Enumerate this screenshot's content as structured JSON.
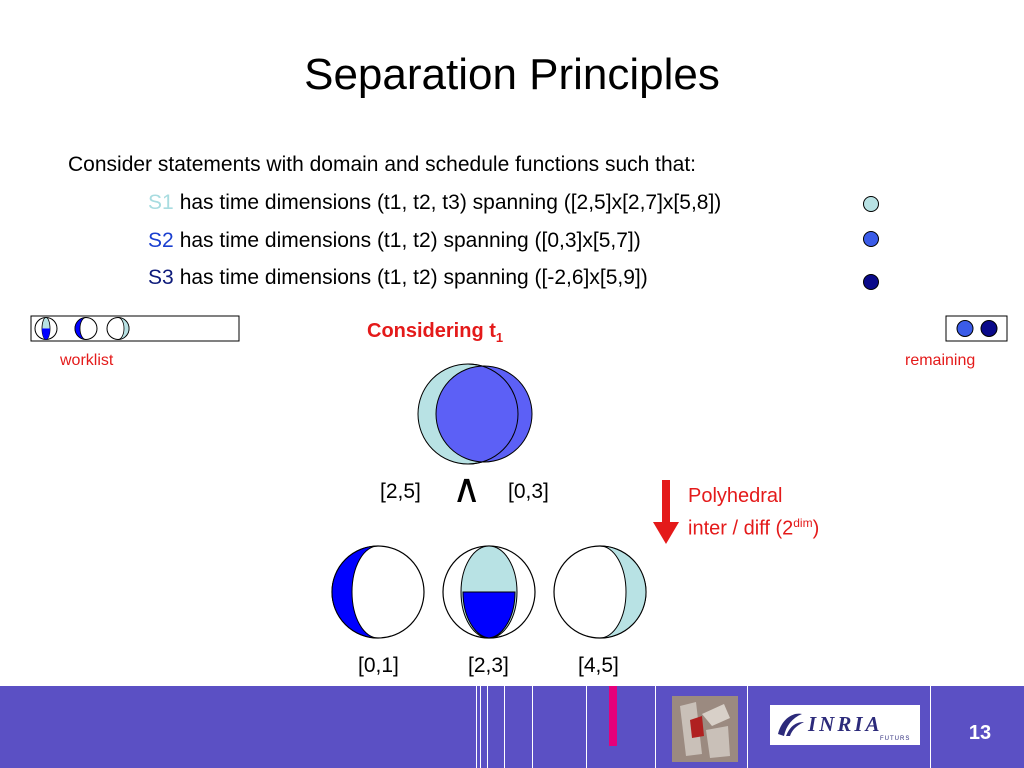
{
  "slide": {
    "title": "Separation Principles",
    "intro": "Consider statements with domain and schedule functions such that:",
    "statements": [
      {
        "label": "S1",
        "text": "has time dimensions (t1, t2, t3) spanning ([2,5]x[2,7]x[5,8])",
        "label_color": "#a8dce0",
        "dot_color": "#b8e2e4"
      },
      {
        "label": "S2",
        "text": "has time dimensions (t1, t2) spanning ([0,3]x[5,7])",
        "label_color": "#1a3fd0",
        "dot_color": "#3b5ce8"
      },
      {
        "label": "S3",
        "text": "has time dimensions (t1, t2) spanning ([-2,6]x[5,9])",
        "label_color": "#0d1a7a",
        "dot_color": "#0a0a8a"
      }
    ],
    "considering": {
      "text": "Considering t",
      "sub": "1"
    },
    "worklist_label": "worklist",
    "remaining_label": "remaining",
    "intersect_left": "[2,5]",
    "intersect_symbol": "∧",
    "intersect_right": "[0,3]",
    "polyhedral": {
      "line1": "Polyhedral",
      "line2": "inter / diff (2",
      "sup": "dim",
      "close": ")"
    },
    "results": [
      "[0,1]",
      "[2,3]",
      "[4,5]"
    ],
    "logo_text": "INRIA",
    "logo_sub": "FUTURS",
    "page_number": "13",
    "colors": {
      "light": "#b8e2e4",
      "blue": "#0000ff",
      "mid_blue": "#4a57f5",
      "red": "#e41a1a",
      "footer": "#5b50c4"
    }
  }
}
